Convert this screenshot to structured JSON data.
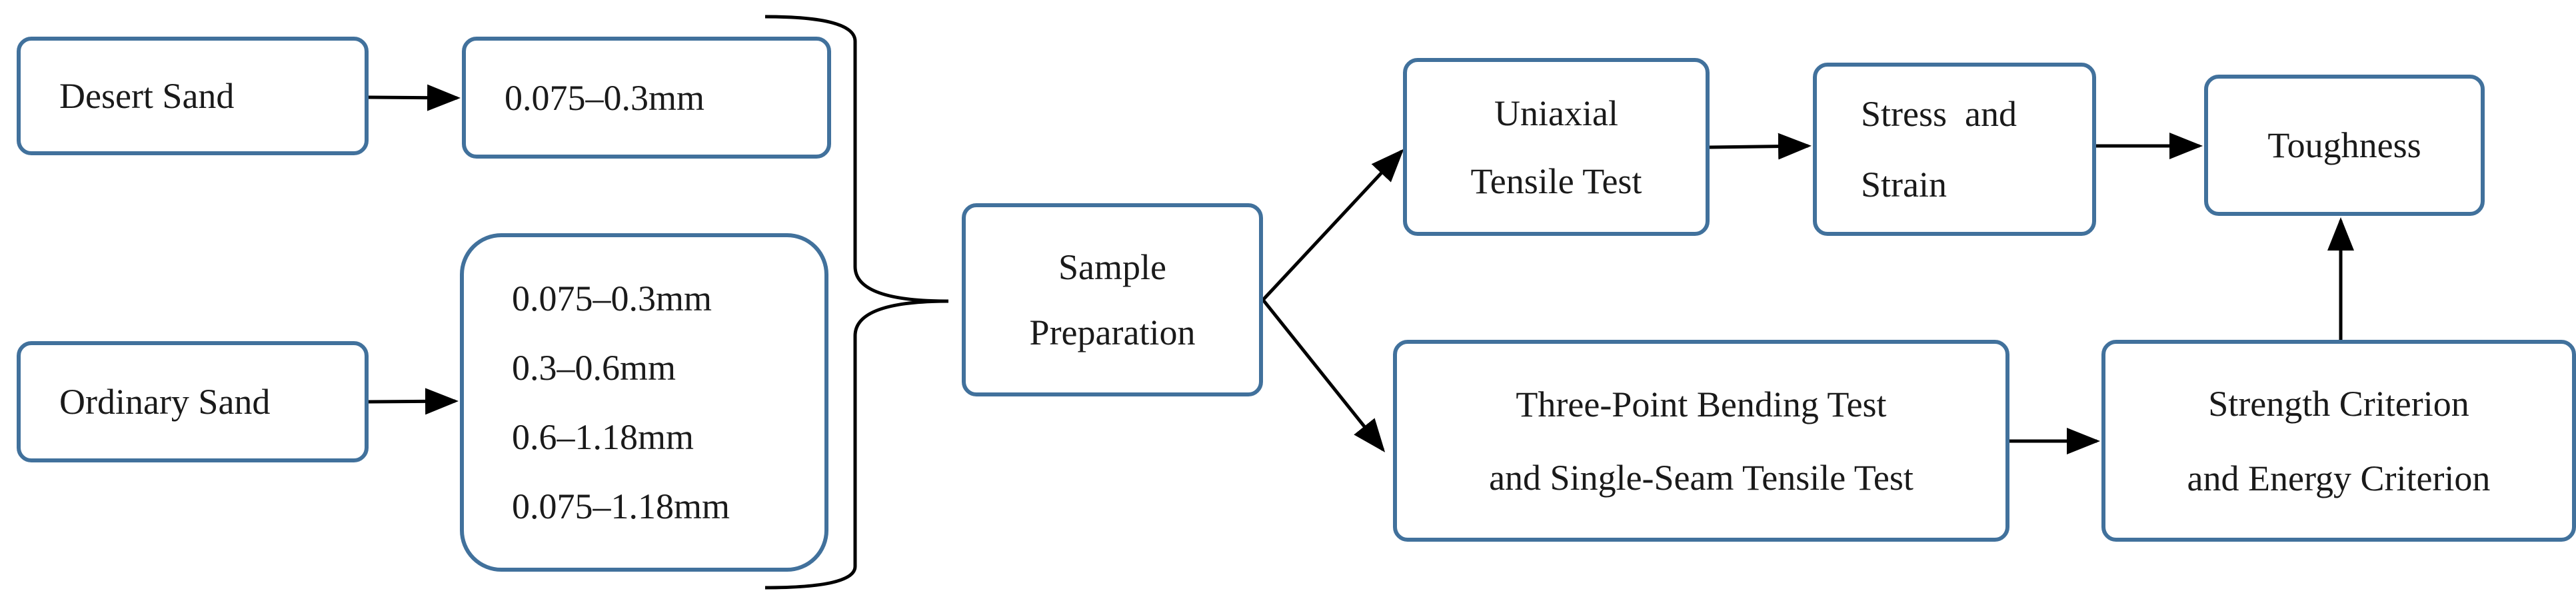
{
  "nodes": {
    "desert_sand": "Desert Sand",
    "desert_range": "0.075–0.3mm",
    "ordinary_sand": "Ordinary Sand",
    "ordinary_ranges": [
      "0.075–0.3mm",
      "0.3–0.6mm",
      "0.6–1.18mm",
      "0.075–1.18mm"
    ],
    "sample_preparation": [
      "Sample",
      "Preparation"
    ],
    "uniaxial": [
      "Uniaxial",
      "Tensile Test"
    ],
    "stress_strain": [
      "Stress  and",
      "Strain"
    ],
    "toughness": "Toughness",
    "three_point": [
      "Three-Point Bending Test",
      "and Single-Seam Tensile Test"
    ],
    "strength_energy": [
      "Strength Criterion",
      "and Energy Criterion"
    ]
  },
  "colors": {
    "box_border": "#41719c",
    "arrow": "#000000",
    "text": "#1a1a1a"
  }
}
